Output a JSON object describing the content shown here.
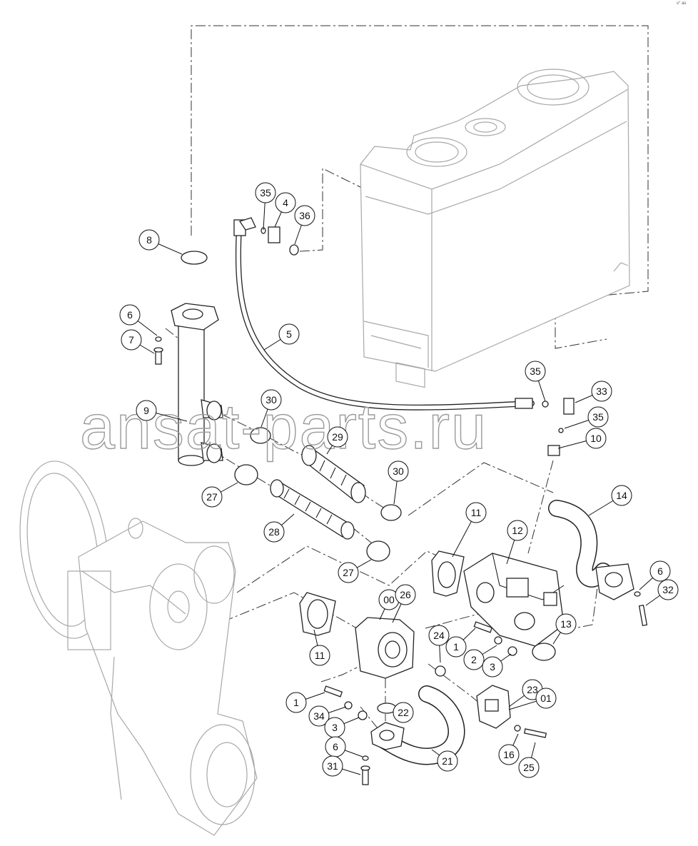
{
  "watermark": "ansat-parts.ru",
  "corner_mark": "s° as",
  "callouts": [
    {
      "label": "35"
    },
    {
      "label": "4"
    },
    {
      "label": "36"
    },
    {
      "label": "8"
    },
    {
      "label": "6"
    },
    {
      "label": "7"
    },
    {
      "label": "5"
    },
    {
      "label": "9"
    },
    {
      "label": "30"
    },
    {
      "label": "29"
    },
    {
      "label": "35"
    },
    {
      "label": "33"
    },
    {
      "label": "35"
    },
    {
      "label": "10"
    },
    {
      "label": "27"
    },
    {
      "label": "30"
    },
    {
      "label": "28"
    },
    {
      "label": "11"
    },
    {
      "label": "12"
    },
    {
      "label": "14"
    },
    {
      "label": "27"
    },
    {
      "label": "00"
    },
    {
      "label": "26"
    },
    {
      "label": "6"
    },
    {
      "label": "32"
    },
    {
      "label": "11"
    },
    {
      "label": "24"
    },
    {
      "label": "1"
    },
    {
      "label": "2"
    },
    {
      "label": "3"
    },
    {
      "label": "13"
    },
    {
      "label": "1"
    },
    {
      "label": "34"
    },
    {
      "label": "3"
    },
    {
      "label": "22"
    },
    {
      "label": "23"
    },
    {
      "label": "01"
    },
    {
      "label": "6"
    },
    {
      "label": "21"
    },
    {
      "label": "16"
    },
    {
      "label": "25"
    },
    {
      "label": "31"
    }
  ]
}
